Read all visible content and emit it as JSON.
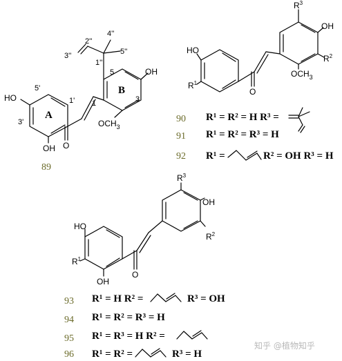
{
  "atoms": {
    "OH": "OH",
    "HO": "HO",
    "O": "O",
    "OCH3": "OCH",
    "OCH3_sub": "3",
    "R": "R",
    "sup1": "1",
    "sup2": "2",
    "sup3": "3"
  },
  "c89": {
    "id": "89",
    "ring_a": "A",
    "ring_b": "B",
    "n_2pp": "2''",
    "n_3pp": "3''",
    "n_1pp": "1''",
    "n_4pp": "4''",
    "n_5pp": "5''",
    "n_5": "5",
    "n_3": "3",
    "n_1": "1",
    "n_5p": "5'",
    "n_1p": "1'",
    "n_3p": "3'"
  },
  "series_a": {
    "rows": [
      {
        "id": "90",
        "text": "R¹ = R² = H   R³ ="
      },
      {
        "id": "91",
        "text": "R¹ = R² = R³ = H"
      },
      {
        "id": "92",
        "text": "R¹ =",
        "text2": "R² = OH   R³ = H"
      }
    ]
  },
  "series_b": {
    "rows": [
      {
        "id": "93",
        "text": "R¹ = H   R² =",
        "text2": "R³ = OH"
      },
      {
        "id": "94",
        "text": "R¹ = R² = R³ = H"
      },
      {
        "id": "95",
        "text": "R¹ = R³ = H   R² ="
      },
      {
        "id": "96",
        "text": "R¹ = R² =",
        "text2": "R³ = H"
      }
    ]
  },
  "watermark": {
    "text": "知乎 @植物知乎"
  }
}
